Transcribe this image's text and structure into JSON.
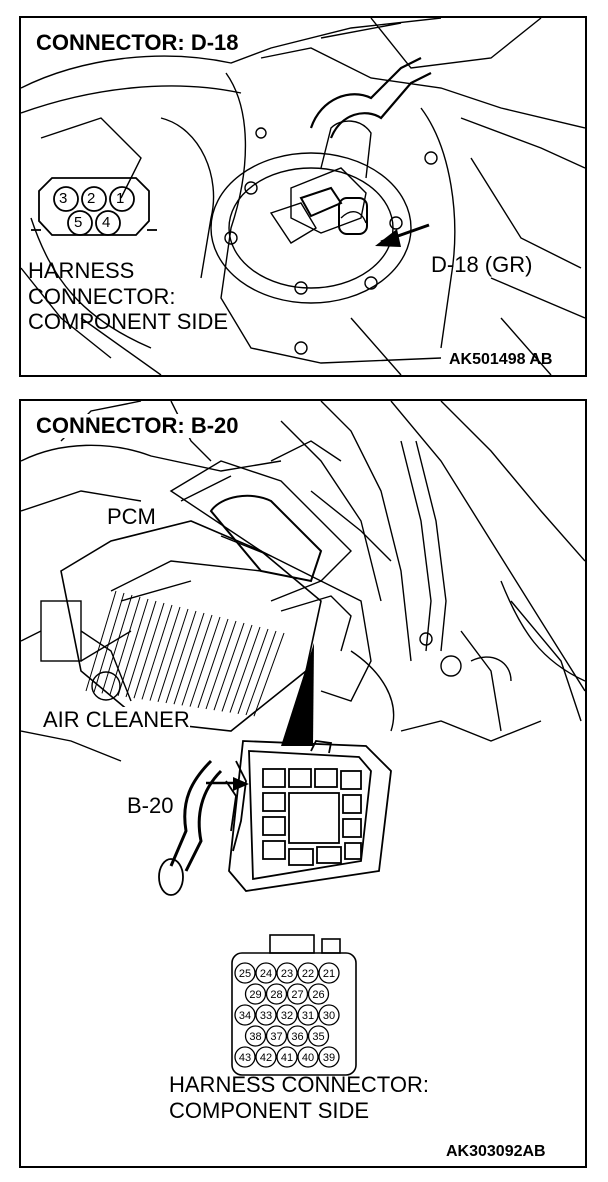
{
  "panel_d18": {
    "title": "CONNECTOR: D-18",
    "pins": {
      "p1": "1",
      "p2": "2",
      "p3": "3",
      "p4": "4",
      "p5": "5"
    },
    "caption_lines": [
      "HARNESS",
      "CONNECTOR:",
      "COMPONENT SIDE"
    ],
    "callout": "D-18 (GR)",
    "code": "AK501498",
    "code_suffix": "AB"
  },
  "panel_b20": {
    "title": "CONNECTOR: B-20",
    "pcm_label": "PCM",
    "air_cleaner_label": "AIR CLEANER",
    "b20_label": "B-20",
    "pin_rows": [
      [
        "25",
        "24",
        "23",
        "22",
        "21"
      ],
      [
        "29",
        "28",
        "27",
        "26"
      ],
      [
        "34",
        "33",
        "32",
        "31",
        "30"
      ],
      [
        "38",
        "37",
        "36",
        "35"
      ],
      [
        "43",
        "42",
        "41",
        "40",
        "39"
      ]
    ],
    "caption_lines": [
      "HARNESS CONNECTOR:",
      "COMPONENT SIDE"
    ],
    "code": "AK303092AB"
  },
  "colors": {
    "ink": "#000000",
    "paper": "#ffffff"
  }
}
